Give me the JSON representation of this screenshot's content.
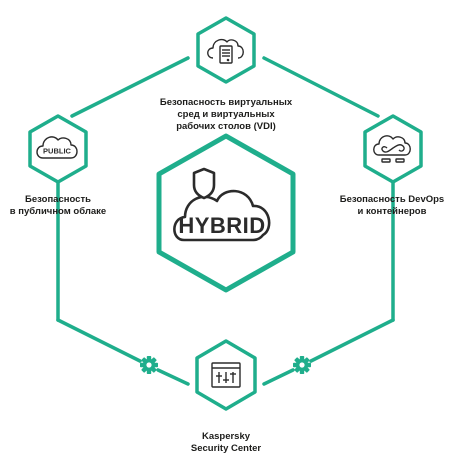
{
  "colors": {
    "accent": "#1fae8c",
    "stroke": "#2b2b2b",
    "fill": "#ffffff",
    "text": "#1d1d1b"
  },
  "nodes": {
    "top": {
      "icon": "server-cloud-icon",
      "label_lines": [
        "Безопасность виртуальных",
        "сред и виртуальных",
        "рабочих столов (VDI)"
      ]
    },
    "left": {
      "icon": "public-cloud-icon",
      "icon_text": "PUBLIC",
      "label_lines": [
        "Безопасность",
        "в публичном облаке"
      ]
    },
    "right": {
      "icon": "devops-cloud-icon",
      "label_lines": [
        "Безопасность DevOps",
        "и контейнеров"
      ]
    },
    "bottom": {
      "icon": "settings-window-icon",
      "label_lines": [
        "Kaspersky",
        "Security Center"
      ]
    },
    "center": {
      "icon": "hybrid-cloud-icon",
      "icon_text": "HYBRID"
    }
  },
  "connector_icons": [
    "gear-icon",
    "gear-icon"
  ]
}
